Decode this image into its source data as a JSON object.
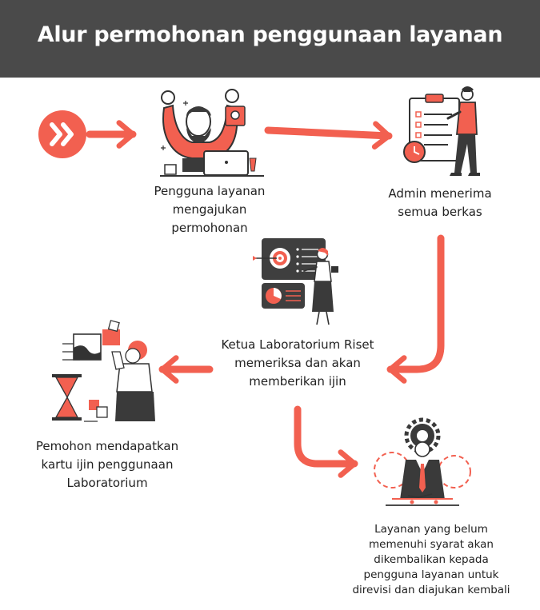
{
  "title": "Alur permohonan penggunaan layanan",
  "colors": {
    "accent": "#f26050",
    "dark": "#4a4a4a",
    "text": "#222222"
  },
  "steps": [
    {
      "id": "step1",
      "icon": "person-laptop-celebrating-illustration",
      "lines": [
        "Pengguna layanan",
        "mengajukan permohonan"
      ]
    },
    {
      "id": "step2",
      "icon": "admin-checklist-clipboard-illustration",
      "lines": [
        "Admin menerima",
        "semua berkas"
      ]
    },
    {
      "id": "step3",
      "icon": "presenter-target-board-illustration",
      "lines": [
        "Ketua Laboratorium Riset",
        "memeriksa dan akan",
        "memberikan ijin"
      ]
    },
    {
      "id": "step4",
      "icon": "hourglass-puzzle-illustration",
      "lines": [
        "Pemohon mendapatkan",
        "kartu ijin penggunaan",
        "Laboratorium"
      ]
    },
    {
      "id": "step5",
      "icon": "businessman-gears-illustration",
      "lines": [
        "Layanan yang belum",
        "memenuhi syarat akan",
        "dikembalikan kepada",
        "pengguna layanan untuk",
        "direvisi dan diajukan kembali"
      ]
    }
  ]
}
